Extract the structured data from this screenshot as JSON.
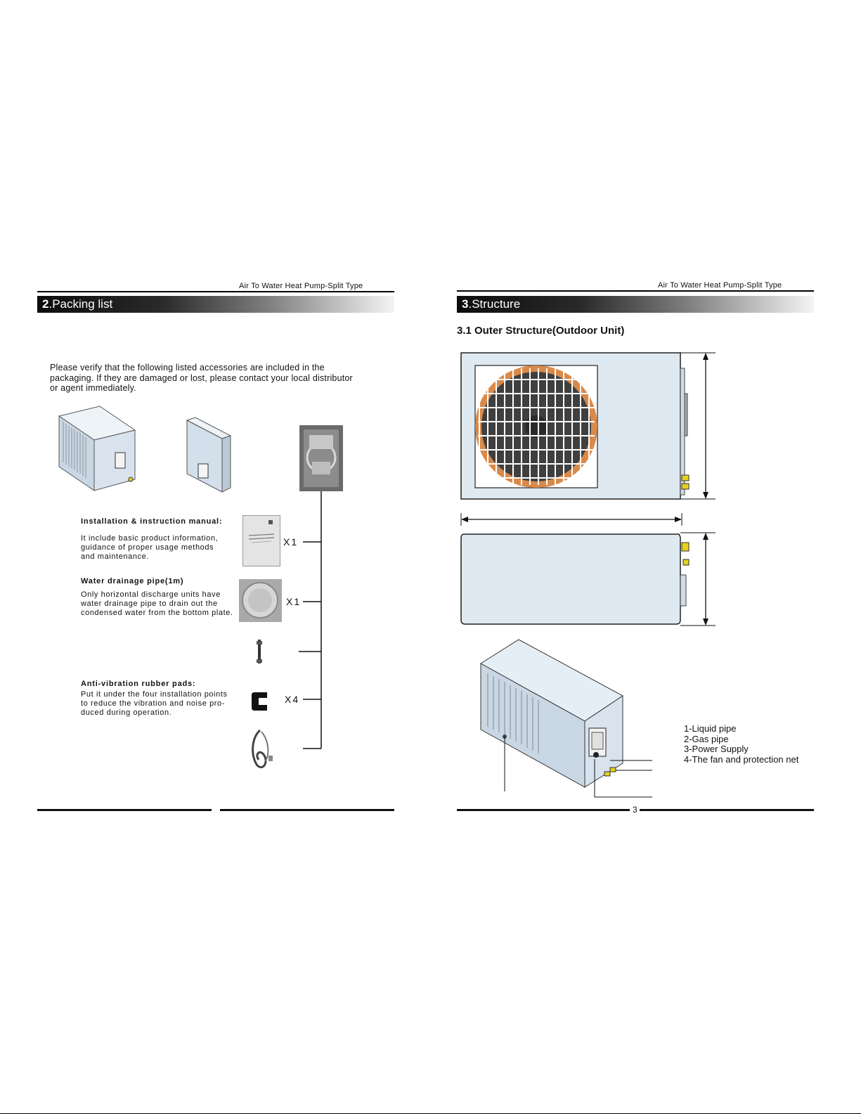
{
  "left_page": {
    "header": "Air To Water Heat Pump-Split Type",
    "section_number": "2",
    "section_title": ".Packing list",
    "intro": [
      "Please verify that the following listed accessories are included in the",
      "packaging. If they are damaged or lost, please contact your local distributor",
      "or agent immediately."
    ],
    "items": [
      {
        "title": "Installation & instruction manual:",
        "desc": [
          "It include basic product information,",
          "guidance of proper usage methods",
          "and maintenance."
        ],
        "qty": "X1"
      },
      {
        "title": "Water drainage pipe(1m)",
        "desc": [
          "Only horizontal discharge units have",
          "water drainage pipe to drain out the",
          "condensed water from the bottom plate."
        ],
        "qty": "X1"
      },
      {
        "title": "Anti-vibration rubber pads:",
        "desc": [
          "Put it under the four installation points",
          "to reduce the vibration and noise pro-",
          "duced during operation."
        ],
        "qty": "X4"
      }
    ]
  },
  "right_page": {
    "header": "Air To Water Heat Pump-Split Type",
    "section_number": "3",
    "section_title": ".Structure",
    "subsection": "3.1  Outer Structure(Outdoor Unit)",
    "legend": [
      "1-Liquid pipe",
      "2-Gas pipe",
      "3-Power Supply",
      "4-The fan and protection net"
    ],
    "page_number": "3"
  },
  "colors": {
    "unit_fill": "#dfe9f1",
    "fan_orange": "#d98a4a",
    "valve_yellow": "#e6d21e"
  }
}
